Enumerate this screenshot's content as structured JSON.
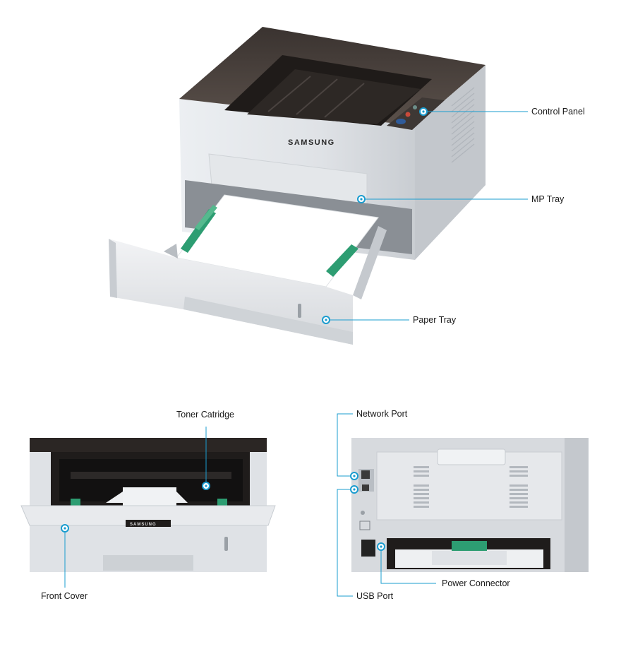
{
  "brand": "SAMSUNG",
  "accent_color": "#1a9ccf",
  "callouts": {
    "control_panel": "Control Panel",
    "mp_tray": "MP Tray",
    "paper_tray": "Paper Tray",
    "toner_cartridge": "Toner Catridge",
    "front_cover": "Front Cover",
    "network_port": "Network Port",
    "usb_port": "USB Port",
    "power_connector": "Power Connector"
  }
}
